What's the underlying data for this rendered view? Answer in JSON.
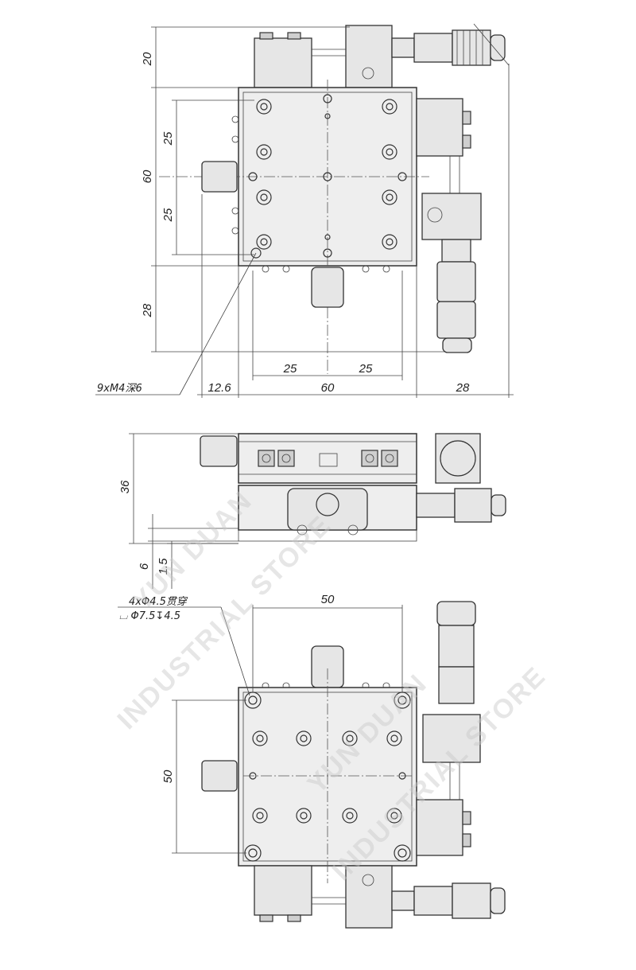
{
  "top_view": {
    "dims_vertical": [
      "20",
      "25",
      "60",
      "25",
      "28"
    ],
    "dims_horizontal": [
      "25",
      "25",
      "12.6",
      "60",
      "28"
    ],
    "hole_note": "9xM4深6"
  },
  "side_view": {
    "dims_vertical": [
      "36",
      "6",
      "1.5"
    ]
  },
  "bottom_view": {
    "dims_horizontal": [
      "50"
    ],
    "dims_vertical": [
      "50"
    ],
    "hole_note_line1": "4xΦ4.5贯穿",
    "hole_note_line2": "⌴ Φ7.5↧4.5"
  },
  "watermark": {
    "line1": "YUN DUAN",
    "line2": "INDUSTRIAL STORE"
  }
}
